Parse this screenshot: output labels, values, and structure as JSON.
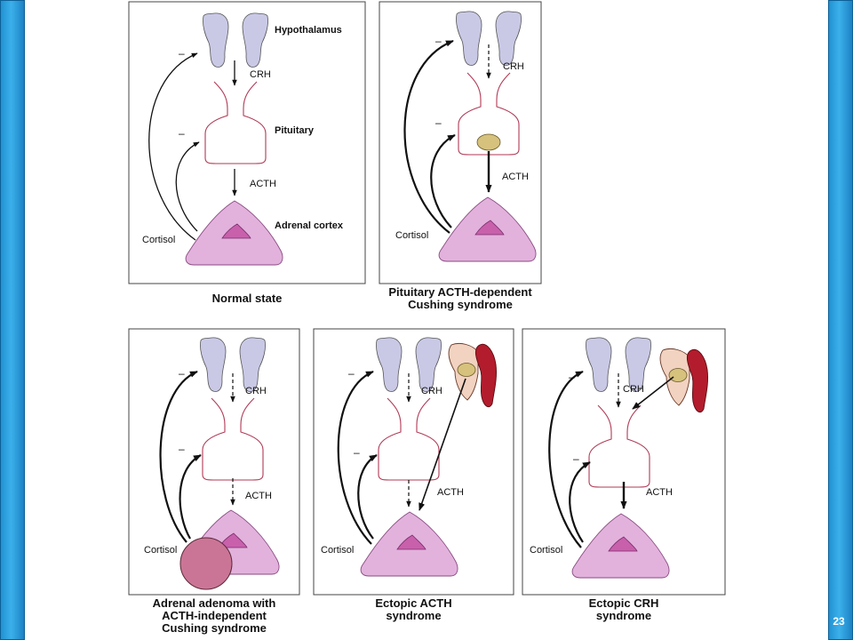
{
  "slide": {
    "page_number": "23"
  },
  "labels": {
    "hypothalamus": "Hypothalamus",
    "pituitary": "Pituitary",
    "adrenal_cortex": "Adrenal cortex",
    "crh": "CRH",
    "acth": "ACTH",
    "cortisol": "Cortisol",
    "minus": "–"
  },
  "panels": [
    {
      "caption": "Normal state"
    },
    {
      "caption": "Pituitary ACTH-dependent\nCushing syndrome"
    },
    {
      "caption": "Adrenal adenoma with\nACTH-independent\nCushing syndrome"
    },
    {
      "caption": "Ectopic ACTH\nsyndrome"
    },
    {
      "caption": "Ectopic CRH\nsyndrome"
    }
  ],
  "colors": {
    "hypothalamus": "#c9c9e6",
    "pituitary_outline": "#b03a55",
    "adrenal": "#e2b2dc",
    "adrenal_inner": "#c860ac",
    "tumor": "#d6c27c",
    "adenoma": "#cb7596",
    "ectopic_tissue": "#f2d2c0",
    "ectopic_dark": "#b31c2c",
    "frame_bar": "#2a9ad8"
  }
}
